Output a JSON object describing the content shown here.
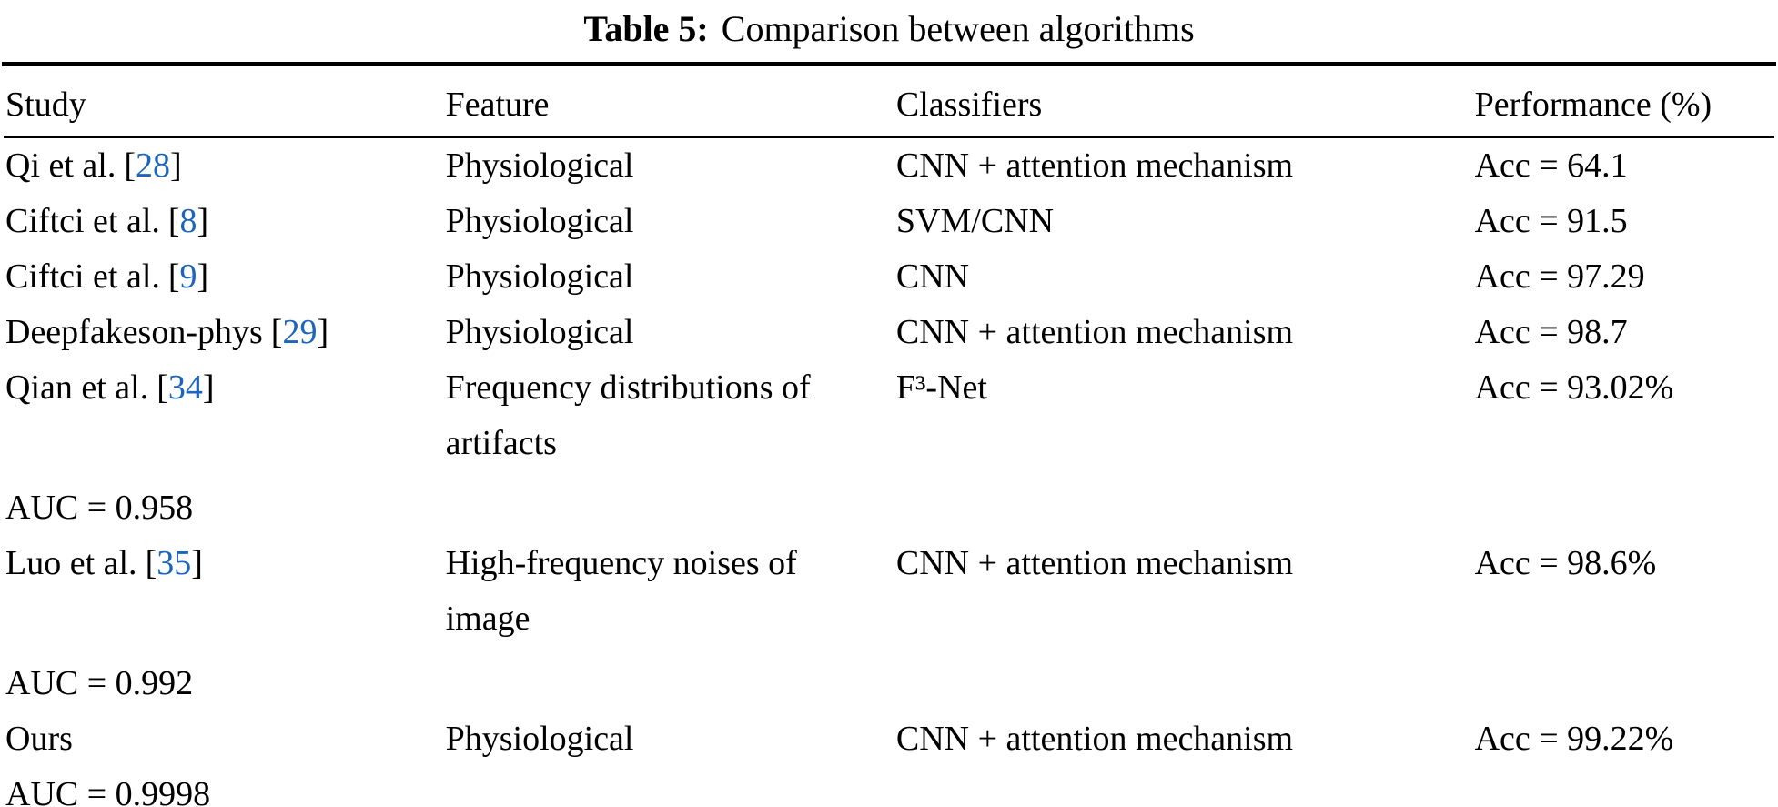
{
  "page": {
    "background": "#ffffff"
  },
  "colors": {
    "text": "#000000",
    "citation_link": "#1b65c1",
    "rule": "#000000"
  },
  "table": {
    "title_label": "Table 5:",
    "title_text": "Comparison between algorithms",
    "cite_open": "[",
    "cite_close": "]",
    "columns": {
      "study": "Study",
      "feature": "Feature",
      "classifiers": "Classifiers",
      "performance": "Performance (%)"
    },
    "rows": [
      {
        "study": "Qi et al.",
        "cite_num": "28",
        "feature": "Physiological",
        "classifiers": "CNN + attention mechanism",
        "performance": "Acc = 64.1",
        "auc": null,
        "auc_gap": false
      },
      {
        "study": "Ciftci et al.",
        "cite_num": "8",
        "feature": "Physiological",
        "classifiers": "SVM/CNN",
        "performance": "Acc = 91.5",
        "auc": null,
        "auc_gap": false
      },
      {
        "study": "Ciftci et al.",
        "cite_num": "9",
        "feature": "Physiological",
        "classifiers": "CNN",
        "performance": "Acc = 97.29",
        "auc": null,
        "auc_gap": false
      },
      {
        "study": "Deepfakeson-phys",
        "cite_num": "29",
        "feature": "Physiological",
        "classifiers": "CNN + attention mechanism",
        "performance": "Acc = 98.7",
        "auc": null,
        "auc_gap": false
      },
      {
        "study": "Qian et al.",
        "cite_num": "34",
        "feature": "Frequency distributions of artifacts",
        "classifiers": "F³-Net",
        "performance": "Acc = 93.02%",
        "auc": "AUC = 0.958",
        "auc_gap": true
      },
      {
        "study": "Luo et al.",
        "cite_num": "35",
        "feature": "High-frequency noises of image",
        "classifiers": "CNN + attention mechanism",
        "performance": "Acc = 98.6%",
        "auc": "AUC = 0.992",
        "auc_gap": true
      },
      {
        "study": "Ours",
        "cite_num": null,
        "feature": "Physiological",
        "classifiers": "CNN + attention mechanism",
        "performance": "Acc = 99.22%",
        "auc": "AUC = 0.9998",
        "auc_gap": false
      }
    ]
  }
}
